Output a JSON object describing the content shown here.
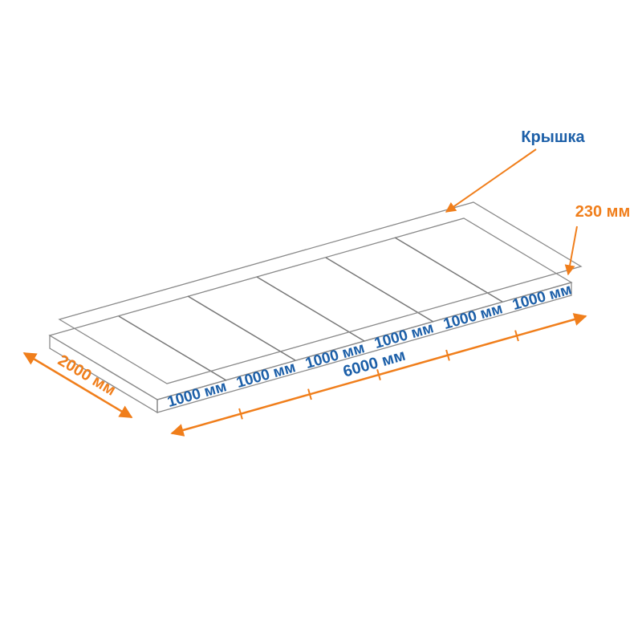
{
  "illustration": {
    "name": "gabion-mattress-wire-mesh-diagram",
    "lid_label": "Крышка"
  },
  "dimensions": {
    "height_label": "230 мм",
    "width_label": "2000 мм",
    "total_length_label": "6000 мм",
    "segment_labels": [
      "1000 мм",
      "1000 мм",
      "1000 мм",
      "1000 мм",
      "1000 мм",
      "1000 мм"
    ]
  },
  "values": {
    "length_mm": 6000,
    "width_mm": 2000,
    "height_mm": 230,
    "cell_length_mm": 1000,
    "cell_count": 6
  },
  "colors": {
    "accent_orange": "#f07e1b",
    "label_blue": "#1c5fa8",
    "mesh_gray": "#8f8f8f"
  }
}
